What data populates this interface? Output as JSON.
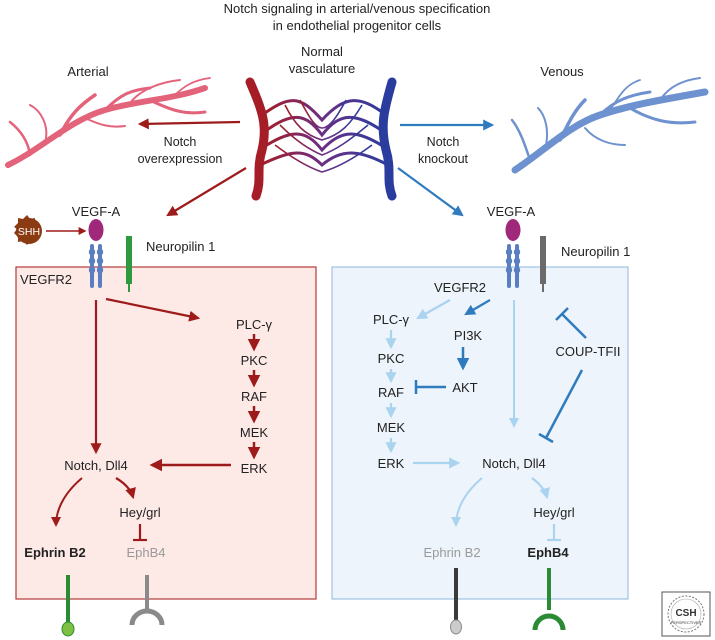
{
  "title_line1": "Notch signaling in arterial/venous specification",
  "title_line2": "in endothelial progenitor cells",
  "top": {
    "normal_line1": "Normal",
    "normal_line2": "vasculature",
    "arterial": "Arterial",
    "venous": "Venous",
    "notch_overexp_line1": "Notch",
    "notch_overexp_line2": "overexpression",
    "notch_ko_line1": "Notch",
    "notch_ko_line2": "knockout"
  },
  "arterial_panel": {
    "shh": "SHH",
    "vegfa": "VEGF-A",
    "neuropilin": "Neuropilin 1",
    "vegfr2": "VEGFR2",
    "plc": "PLC-γ",
    "pkc": "PKC",
    "raf": "RAF",
    "mek": "MEK",
    "erk": "ERK",
    "notch": "Notch, Dll4",
    "hey": "Hey/grl",
    "ephrinb2": "Ephrin B2",
    "ephb4": "EphB4"
  },
  "venous_panel": {
    "vegfa": "VEGF-A",
    "neuropilin": "Neuropilin 1",
    "vegfr2": "VEGFR2",
    "plc": "PLC-γ",
    "pi3k": "PI3K",
    "akt": "AKT",
    "coup": "COUP-TFII",
    "pkc": "PKC",
    "raf": "RAF",
    "mek": "MEK",
    "erk": "ERK",
    "notch": "Notch, Dll4",
    "hey": "Hey/grl",
    "ephrinb2": "Ephrin B2",
    "ephb4": "EphB4"
  },
  "logo": {
    "line1": "CSH",
    "line2": "PERSPECTIVES"
  },
  "colors": {
    "arterial_red": "#9e1b1b",
    "venous_blue": "#2f7bbf",
    "light_blue": "#a9d3ef",
    "arterial_bg": "#fde9e6",
    "venous_bg": "#edf4fb",
    "shh_brown": "#8a3b12",
    "vegfa_purple": "#a0287a",
    "receptor_blue": "#5a7fc0",
    "neuropilin_green": "#2f9a3d",
    "ephrin_green": "#2b8a34",
    "ephrin_tip_green": "#7cc142"
  }
}
